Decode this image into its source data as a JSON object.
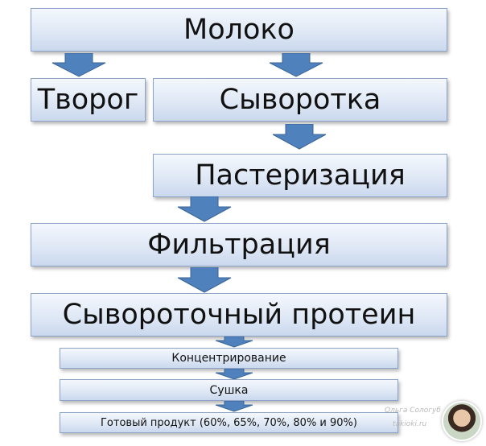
{
  "steps": {
    "milk": "Молоко",
    "curd": "Творог",
    "whey": "Сыворотка",
    "pasteurization": "Пастеризация",
    "filtration": "Фильтрация",
    "whey_protein": "Сывороточный протеин",
    "concentration": "Концентрирование",
    "drying": "Сушка",
    "final_product": "Готовый продукт (60%, 65%, 70%, 80% и 90%)"
  },
  "watermark": {
    "author": "Ольга Сологуб",
    "site": "takioki.ru"
  },
  "colors": {
    "box_fill": "#dfe8f5",
    "box_border": "#8da3c7",
    "arrow_fill": "#4f81bd",
    "arrow_stroke": "#3b6595"
  }
}
